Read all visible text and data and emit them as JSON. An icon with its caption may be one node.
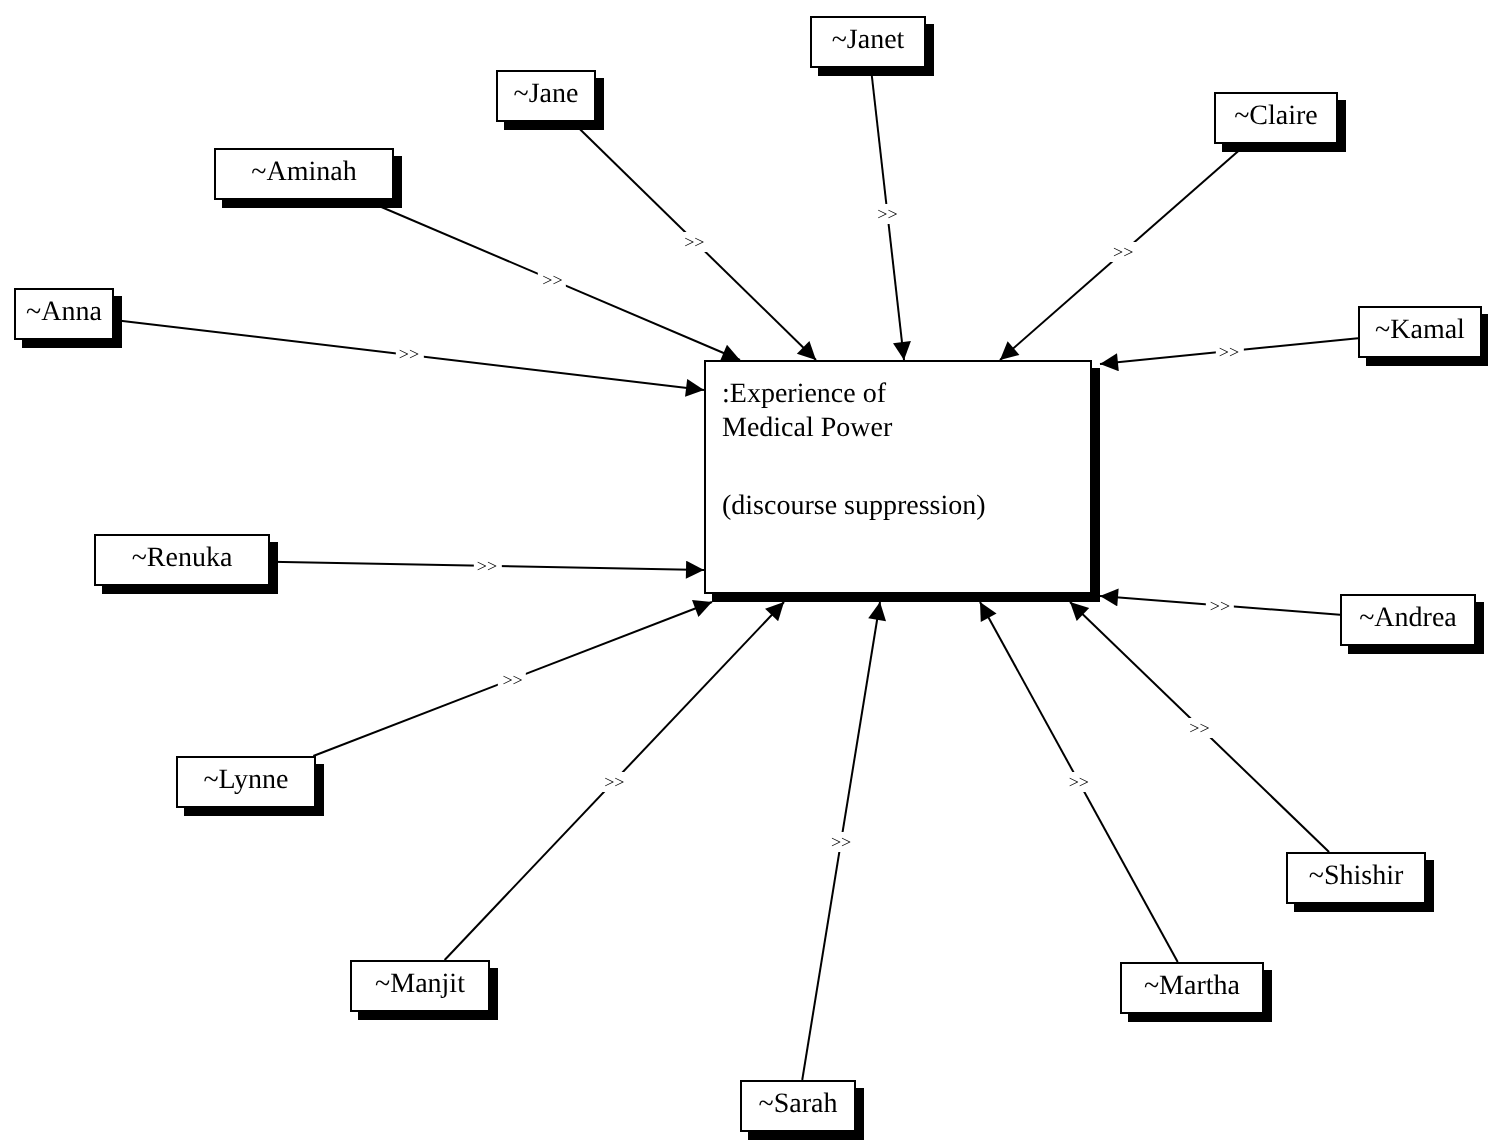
{
  "diagram": {
    "nodes": [
      {
        "text": [
          ":Experience of Medical Power",
          "(discourse suppression)"
        ]
      },
      {
        "text": [
          "~Janet"
        ]
      },
      {
        "text": [
          "~Jane"
        ]
      },
      {
        "text": [
          "~Claire"
        ]
      },
      {
        "text": [
          "~Aminah"
        ]
      },
      {
        "text": [
          "~Kamal"
        ]
      },
      {
        "text": [
          "~Anna"
        ]
      },
      {
        "text": [
          "~Renuka"
        ]
      },
      {
        "text": [
          "~Andrea"
        ]
      },
      {
        "text": [
          "~Lynne"
        ]
      },
      {
        "text": [
          "~Shishir"
        ]
      },
      {
        "text": [
          "~Manjit"
        ]
      },
      {
        "text": [
          "~Martha"
        ]
      },
      {
        "text": [
          "~Sarah"
        ]
      }
    ],
    "edges": [
      {
        "from": 1,
        "to": 0,
        "arrow": "to",
        "label": ">>"
      },
      {
        "from": 2,
        "to": 0,
        "arrow": "to",
        "label": ">>"
      },
      {
        "from": 3,
        "to": 0,
        "arrow": "to",
        "label": ">>"
      },
      {
        "from": 4,
        "to": 0,
        "arrow": "to",
        "label": ">>"
      },
      {
        "from": 5,
        "to": 0,
        "arrow": "to",
        "label": ">>"
      },
      {
        "from": 6,
        "to": 0,
        "arrow": "to",
        "label": ">>"
      },
      {
        "from": 7,
        "to": 0,
        "arrow": "to",
        "label": ">>"
      },
      {
        "from": 8,
        "to": 0,
        "arrow": "to",
        "label": ">>"
      },
      {
        "from": 9,
        "to": 0,
        "arrow": "to",
        "label": ">>"
      },
      {
        "from": 10,
        "to": 0,
        "arrow": "to",
        "label": ">>"
      },
      {
        "from": 11,
        "to": 0,
        "arrow": "to",
        "label": ">>"
      },
      {
        "from": 12,
        "to": 0,
        "arrow": "to",
        "label": ">>"
      },
      {
        "from": 13,
        "to": 0,
        "arrow": "to",
        "label": ">>"
      }
    ]
  }
}
